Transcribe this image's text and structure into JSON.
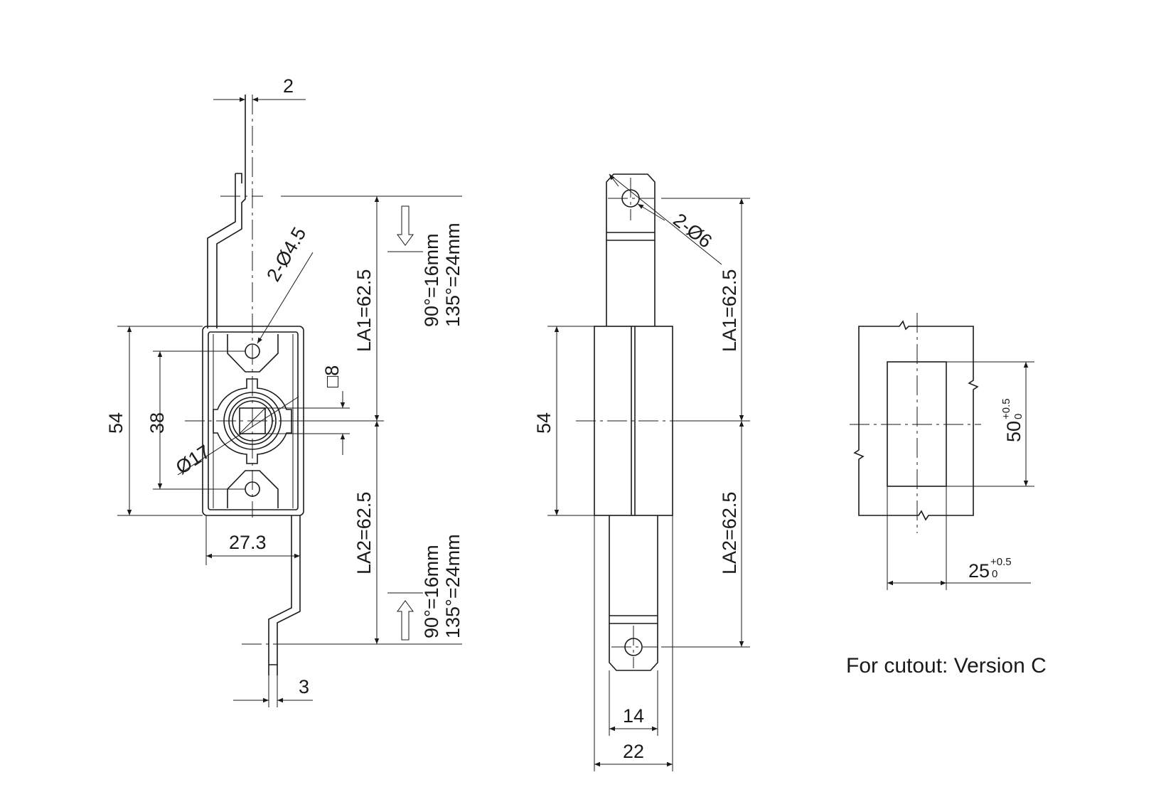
{
  "view1": {
    "dim_top_thickness": "2",
    "dim_bottom_thickness": "3",
    "dim_hole": "2-Ø4.5",
    "dim_square": "□8",
    "dim_total_height": "54",
    "dim_hole_pitch": "38",
    "dim_bore": "Ø17",
    "dim_width": "27.3",
    "dim_la1": "LA1=62.5",
    "dim_la2": "LA2=62.5",
    "travel_top_line1": "90°=16mm",
    "travel_top_line2": "135°=24mm",
    "travel_bottom_line1": "90°=16mm",
    "travel_bottom_line2": "135°=24mm"
  },
  "view2": {
    "dim_hole": "2-Ø6",
    "dim_height": "54",
    "dim_la1": "LA1=62.5",
    "dim_la2": "LA2=62.5",
    "dim_inner_width": "14",
    "dim_outer_width": "22"
  },
  "view3": {
    "dim_height_main": "50",
    "dim_height_tol_upper": "+0.5",
    "dim_height_tol_lower": "0",
    "dim_width_main": "25",
    "dim_width_tol_upper": "+0.5",
    "dim_width_tol_lower": "0",
    "note": "For cutout: Version C"
  }
}
